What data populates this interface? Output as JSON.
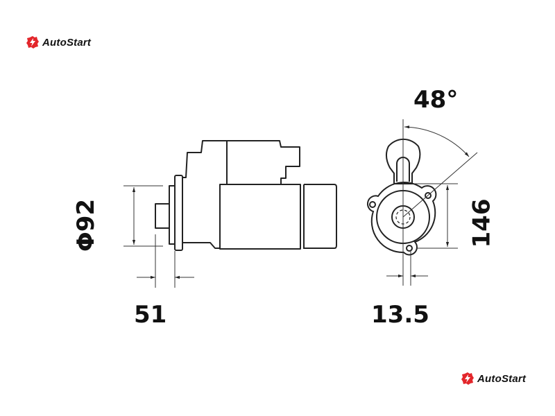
{
  "brand": {
    "name": "AutoStart",
    "color": "#e3262b"
  },
  "dimensions": {
    "diameter": "Φ92",
    "flange_offset": "51",
    "hole_width": "13.5",
    "height": "146",
    "angle": "48°"
  }
}
